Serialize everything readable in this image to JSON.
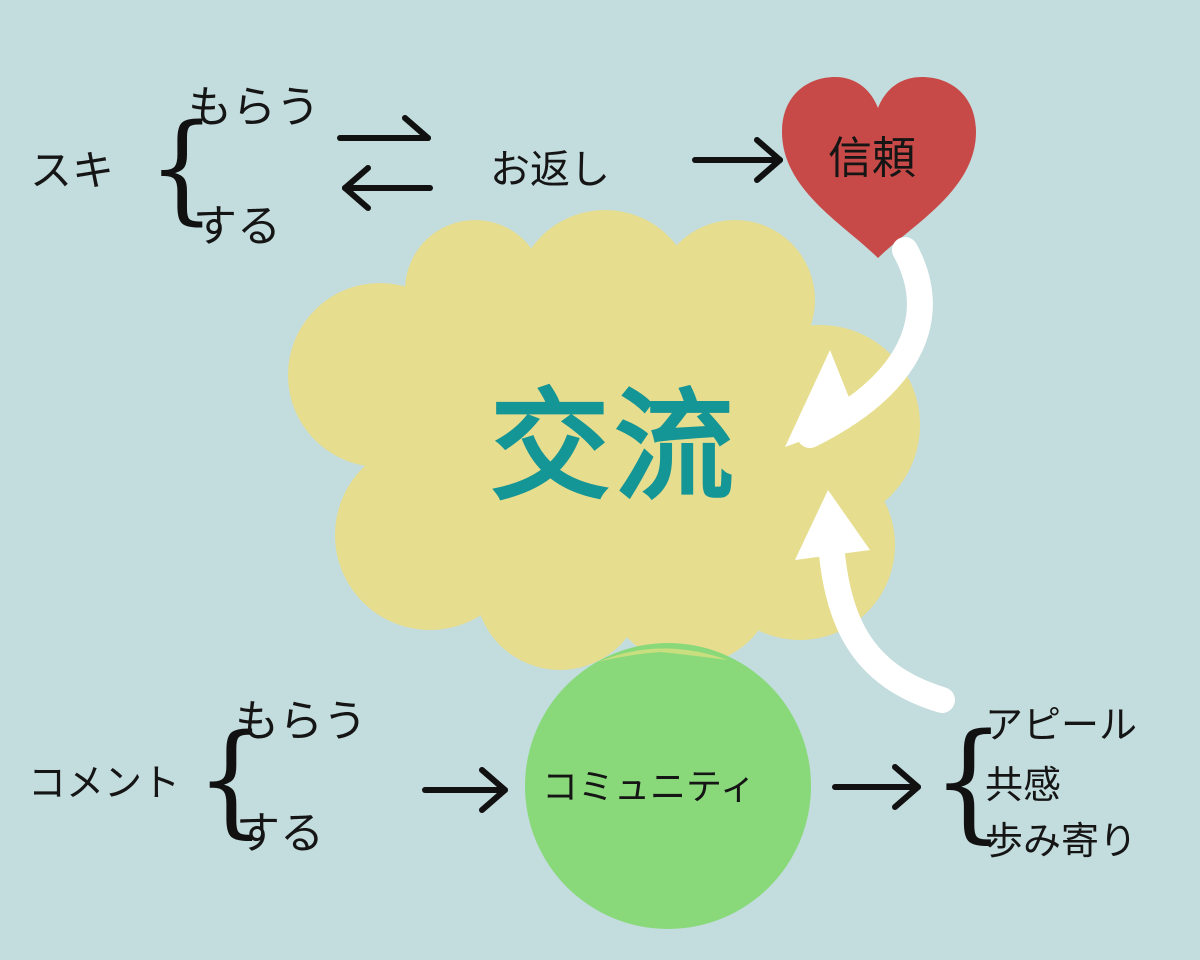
{
  "colors": {
    "background": "#c3dcdd",
    "cloud": "#e6dd8e",
    "circle": "#89d97b",
    "heart": "#c84a48",
    "center_text": "#149596",
    "arrow_white": "#ffffff"
  },
  "top_row": {
    "subject": "スキ",
    "receive": "もらう",
    "give": "する",
    "result": "お返し",
    "heart_label": "信頼"
  },
  "center": {
    "label": "交流"
  },
  "bottom_row": {
    "subject": "コメント",
    "receive": "もらう",
    "give": "する",
    "circle_label": "コミュニティ",
    "outcomes": [
      "アピール",
      "共感",
      "歩み寄り"
    ]
  }
}
